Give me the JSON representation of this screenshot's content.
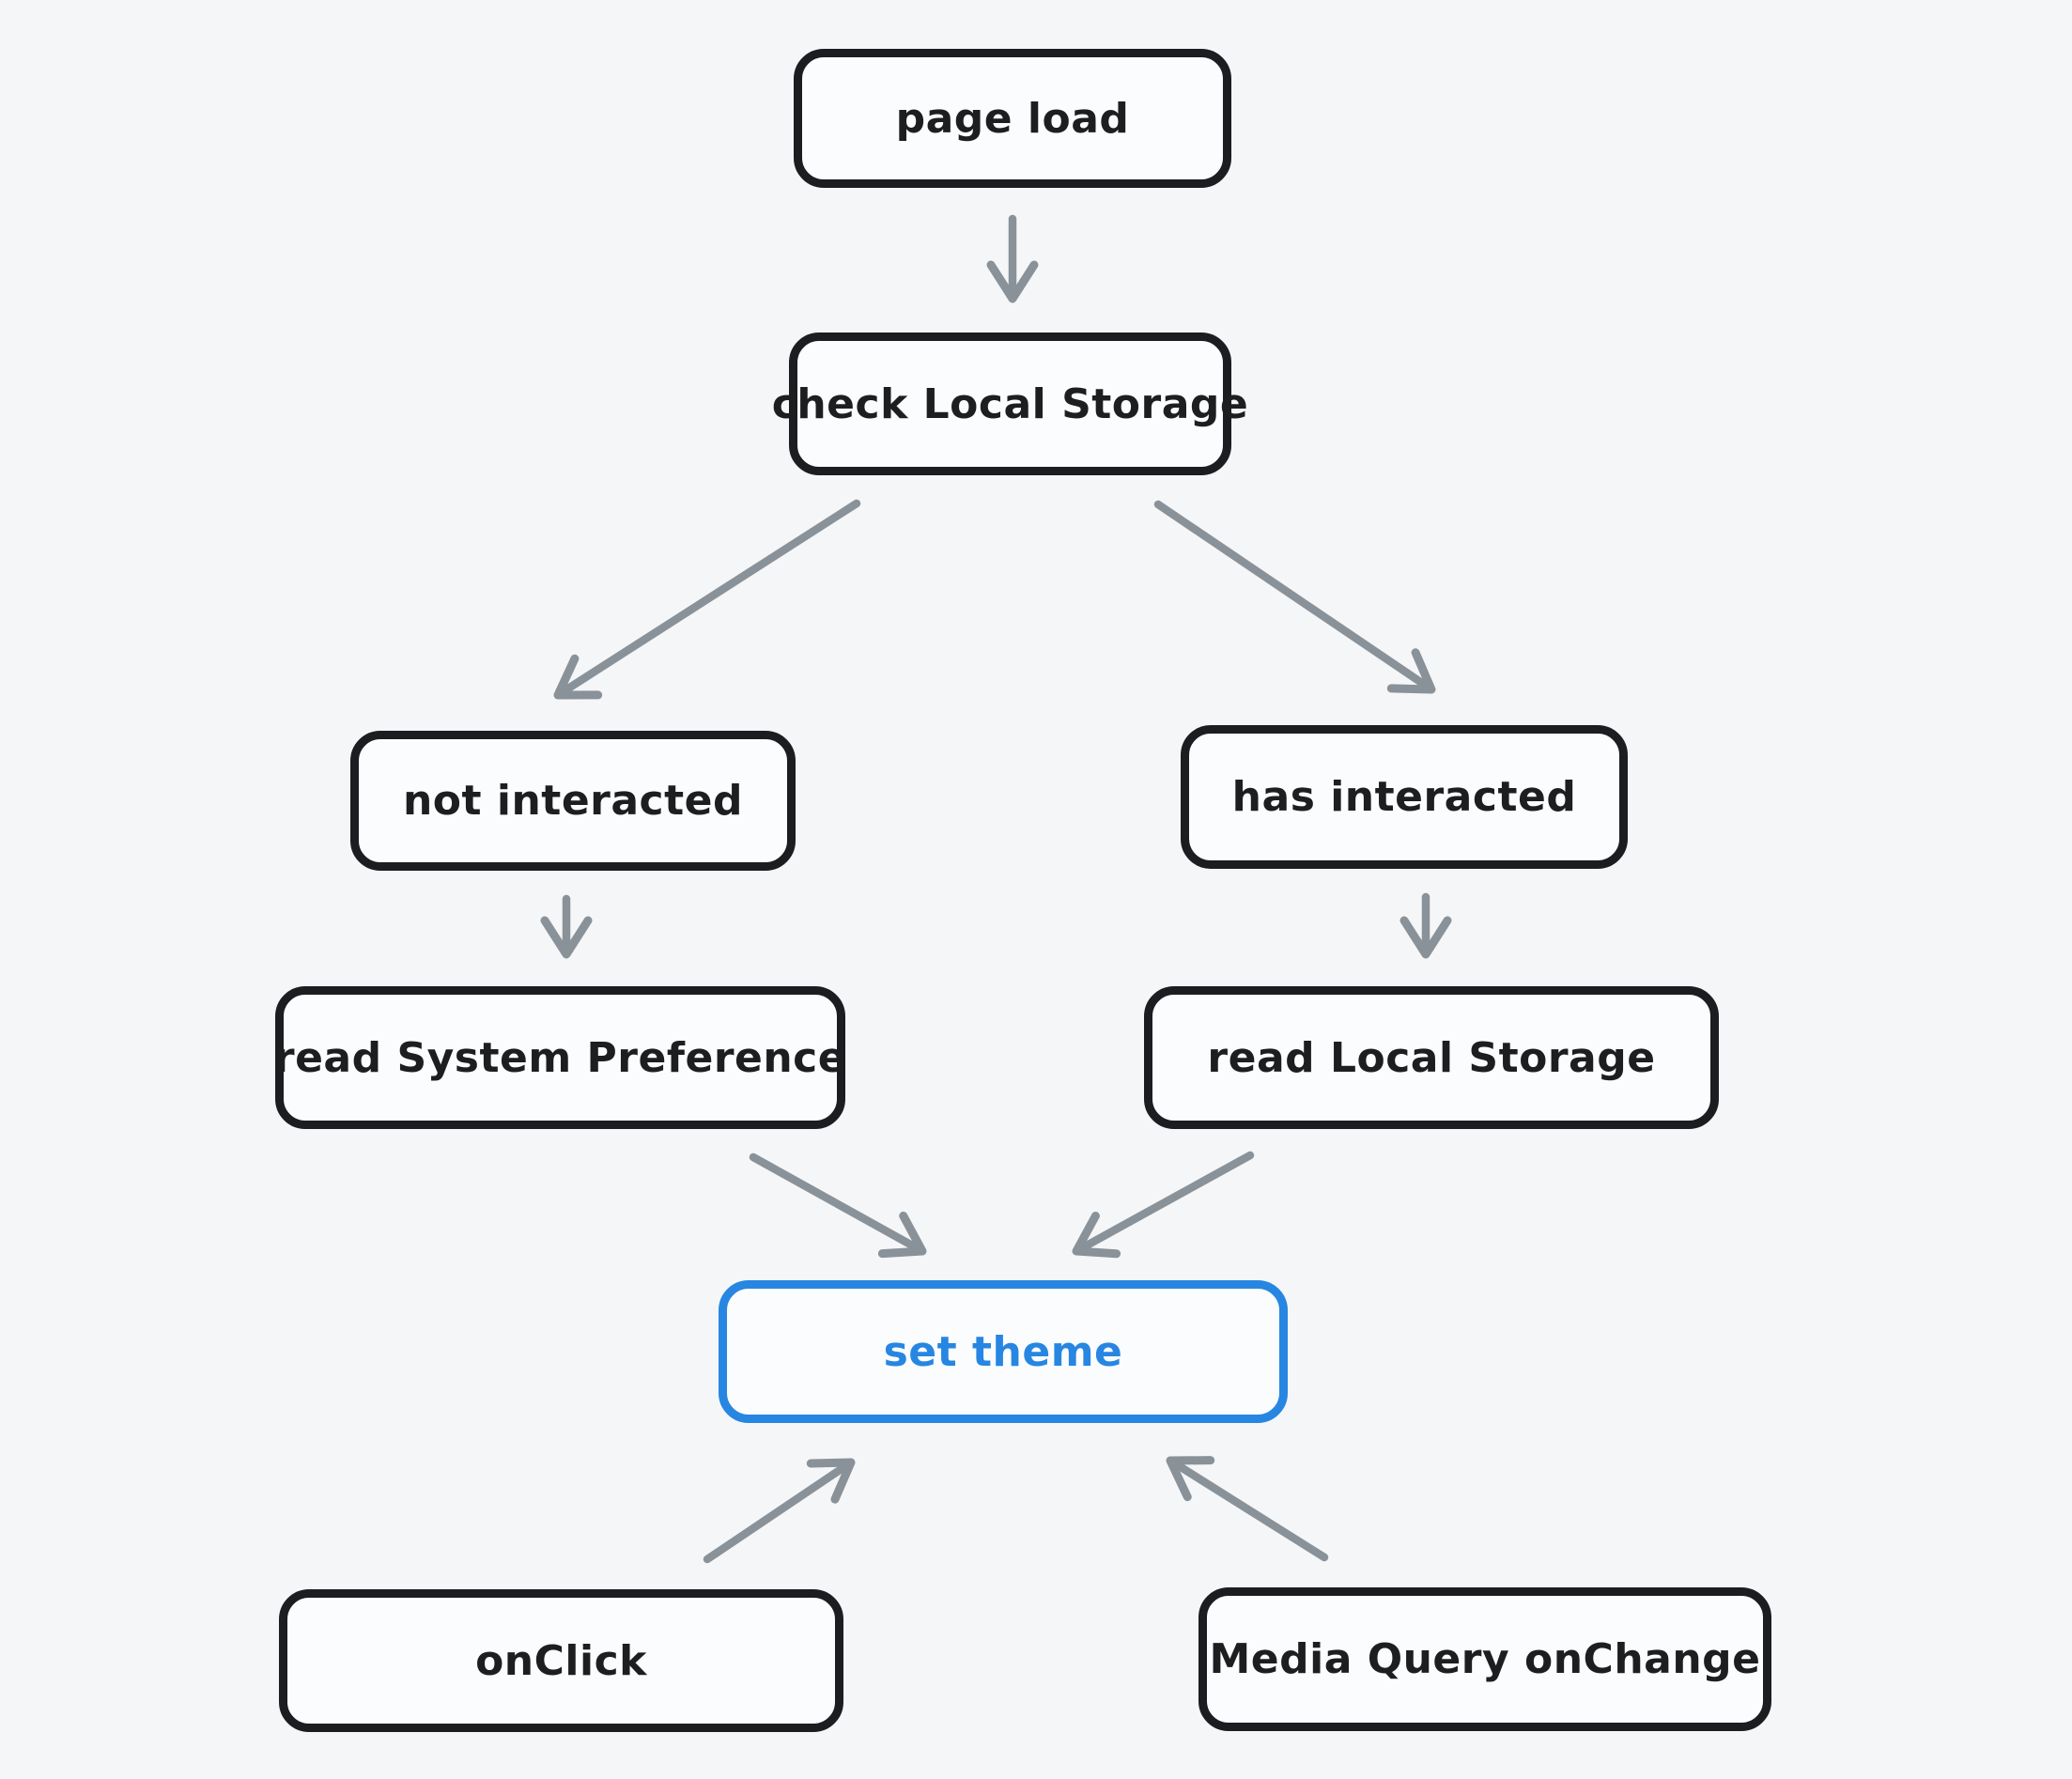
{
  "diagram": {
    "type": "flowchart",
    "background_color": "#f5f6f8",
    "colors": {
      "node_border": "#1c1d21",
      "node_fill": "#fbfcfd",
      "node_text": "#1d1e20",
      "arrow": "#8a9299",
      "accent_blue": "#2786e1"
    },
    "nodes": {
      "page_load": {
        "label": "page load",
        "highlighted": false
      },
      "check_local_storage": {
        "label": "check Local Storage",
        "highlighted": false
      },
      "not_interacted": {
        "label": "not interacted",
        "highlighted": false
      },
      "has_interacted": {
        "label": "has interacted",
        "highlighted": false
      },
      "read_system_preference": {
        "label": "read System Preference",
        "highlighted": false
      },
      "read_local_storage": {
        "label": "read Local Storage",
        "highlighted": false
      },
      "set_theme": {
        "label": "set theme",
        "highlighted": true
      },
      "on_click": {
        "label": "onClick",
        "highlighted": false
      },
      "media_query_onchange": {
        "label": "Media Query onChange",
        "highlighted": false
      }
    },
    "edges": [
      {
        "from": "page_load",
        "to": "check_local_storage"
      },
      {
        "from": "check_local_storage",
        "to": "not_interacted"
      },
      {
        "from": "check_local_storage",
        "to": "has_interacted"
      },
      {
        "from": "not_interacted",
        "to": "read_system_preference"
      },
      {
        "from": "has_interacted",
        "to": "read_local_storage"
      },
      {
        "from": "read_system_preference",
        "to": "set_theme"
      },
      {
        "from": "read_local_storage",
        "to": "set_theme"
      },
      {
        "from": "on_click",
        "to": "set_theme"
      },
      {
        "from": "media_query_onchange",
        "to": "set_theme"
      }
    ]
  }
}
